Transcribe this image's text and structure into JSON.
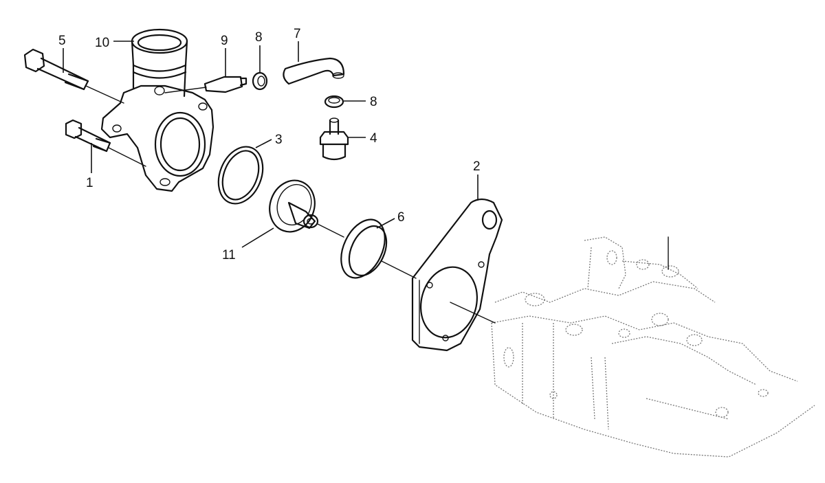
{
  "callouts": {
    "c1": "1",
    "c2": "2",
    "c3": "3",
    "c4": "4",
    "c5": "5",
    "c6": "6",
    "c7": "7",
    "c8a": "8",
    "c8b": "8",
    "c9": "9",
    "c10": "10",
    "c11": "11"
  },
  "colors": {
    "ink": "#111111",
    "ghost": "#777777",
    "background": "#ffffff"
  }
}
